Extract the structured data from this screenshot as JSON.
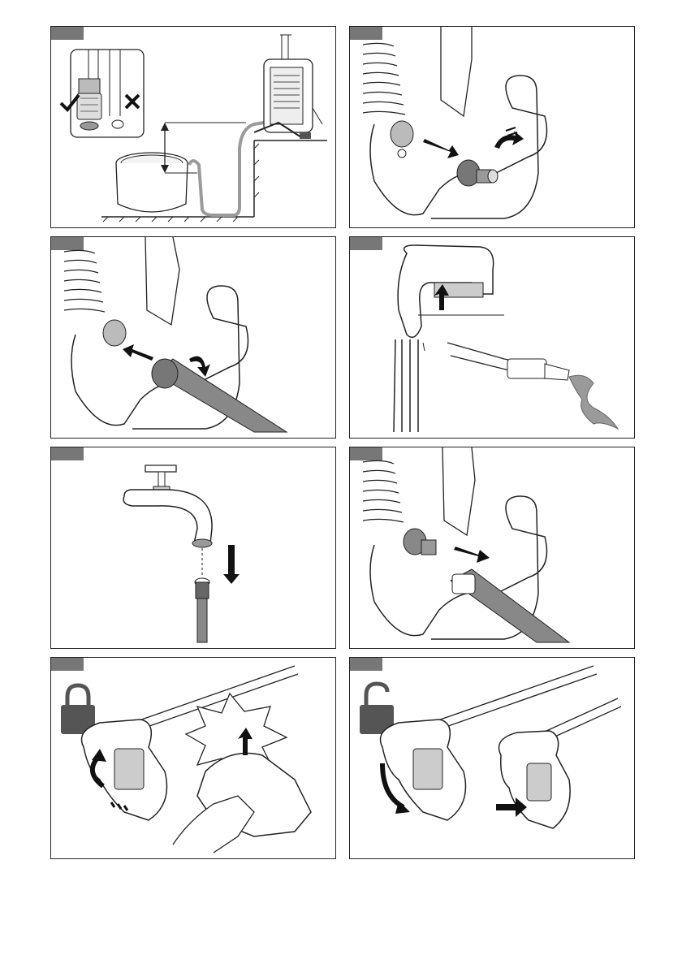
{
  "page": {
    "title": ""
  },
  "panels": [
    {
      "id": "1",
      "tab_label": ""
    },
    {
      "id": "2",
      "tab_label": ""
    },
    {
      "id": "3",
      "tab_label": ""
    },
    {
      "id": "4",
      "tab_label": ""
    },
    {
      "id": "5",
      "tab_label": ""
    },
    {
      "id": "6",
      "tab_label": ""
    },
    {
      "id": "7",
      "tab_label": ""
    },
    {
      "id": "8",
      "tab_label": ""
    }
  ],
  "icons": {
    "check": "check-icon",
    "cross": "cross-icon",
    "lock_closed": "lock-closed-icon",
    "lock_open": "lock-open-icon"
  },
  "colors": {
    "tab": "#777777",
    "line": "#222222",
    "hose": "#9a9a9a",
    "arrow": "#111111",
    "lock": "#555555"
  }
}
